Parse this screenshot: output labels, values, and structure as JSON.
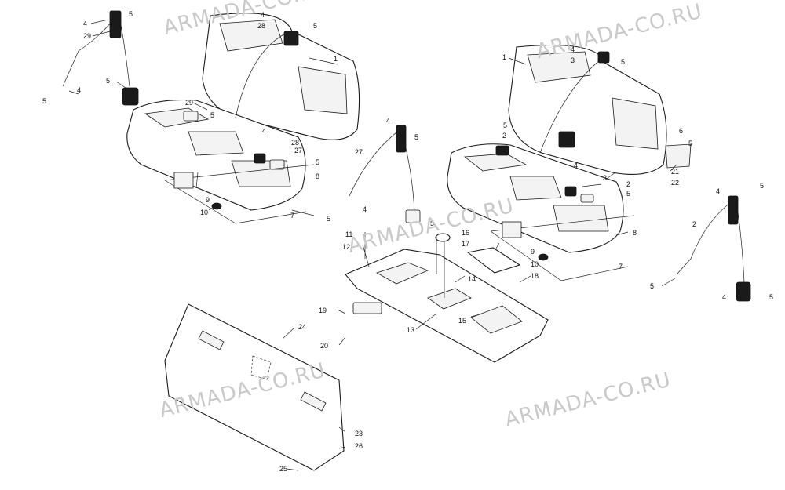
{
  "watermarks": [
    {
      "text": "ARMADA-CO.RU"
    },
    {
      "text": "ARMADA-CO.RU"
    },
    {
      "text": "ARMADA-CO.RU"
    },
    {
      "text": "ARMADA-CO.RU"
    },
    {
      "text": "ARMADA-CO.RU"
    }
  ],
  "callouts": {
    "left_seat": [
      "5",
      "4",
      "29",
      "5",
      "4",
      "5",
      "4",
      "28",
      "5",
      "1",
      "29",
      "5",
      "4",
      "28",
      "27",
      "5",
      "8",
      "9",
      "10",
      "7"
    ],
    "center": [
      "4",
      "5",
      "27",
      "5",
      "4",
      "5",
      "11",
      "16",
      "17",
      "12",
      "14",
      "18",
      "19",
      "13",
      "15",
      "20",
      "24",
      "23",
      "26",
      "25"
    ],
    "right_seat": [
      "1",
      "4",
      "3",
      "5",
      "5",
      "2",
      "4",
      "3",
      "2",
      "5",
      "6",
      "5",
      "21",
      "22",
      "9",
      "10",
      "8",
      "7",
      "4",
      "2",
      "5",
      "5",
      "4",
      "5"
    ]
  },
  "colors": {
    "ink": "#1a1a1a",
    "watermark": "#c9c9c9",
    "background": "#ffffff"
  }
}
